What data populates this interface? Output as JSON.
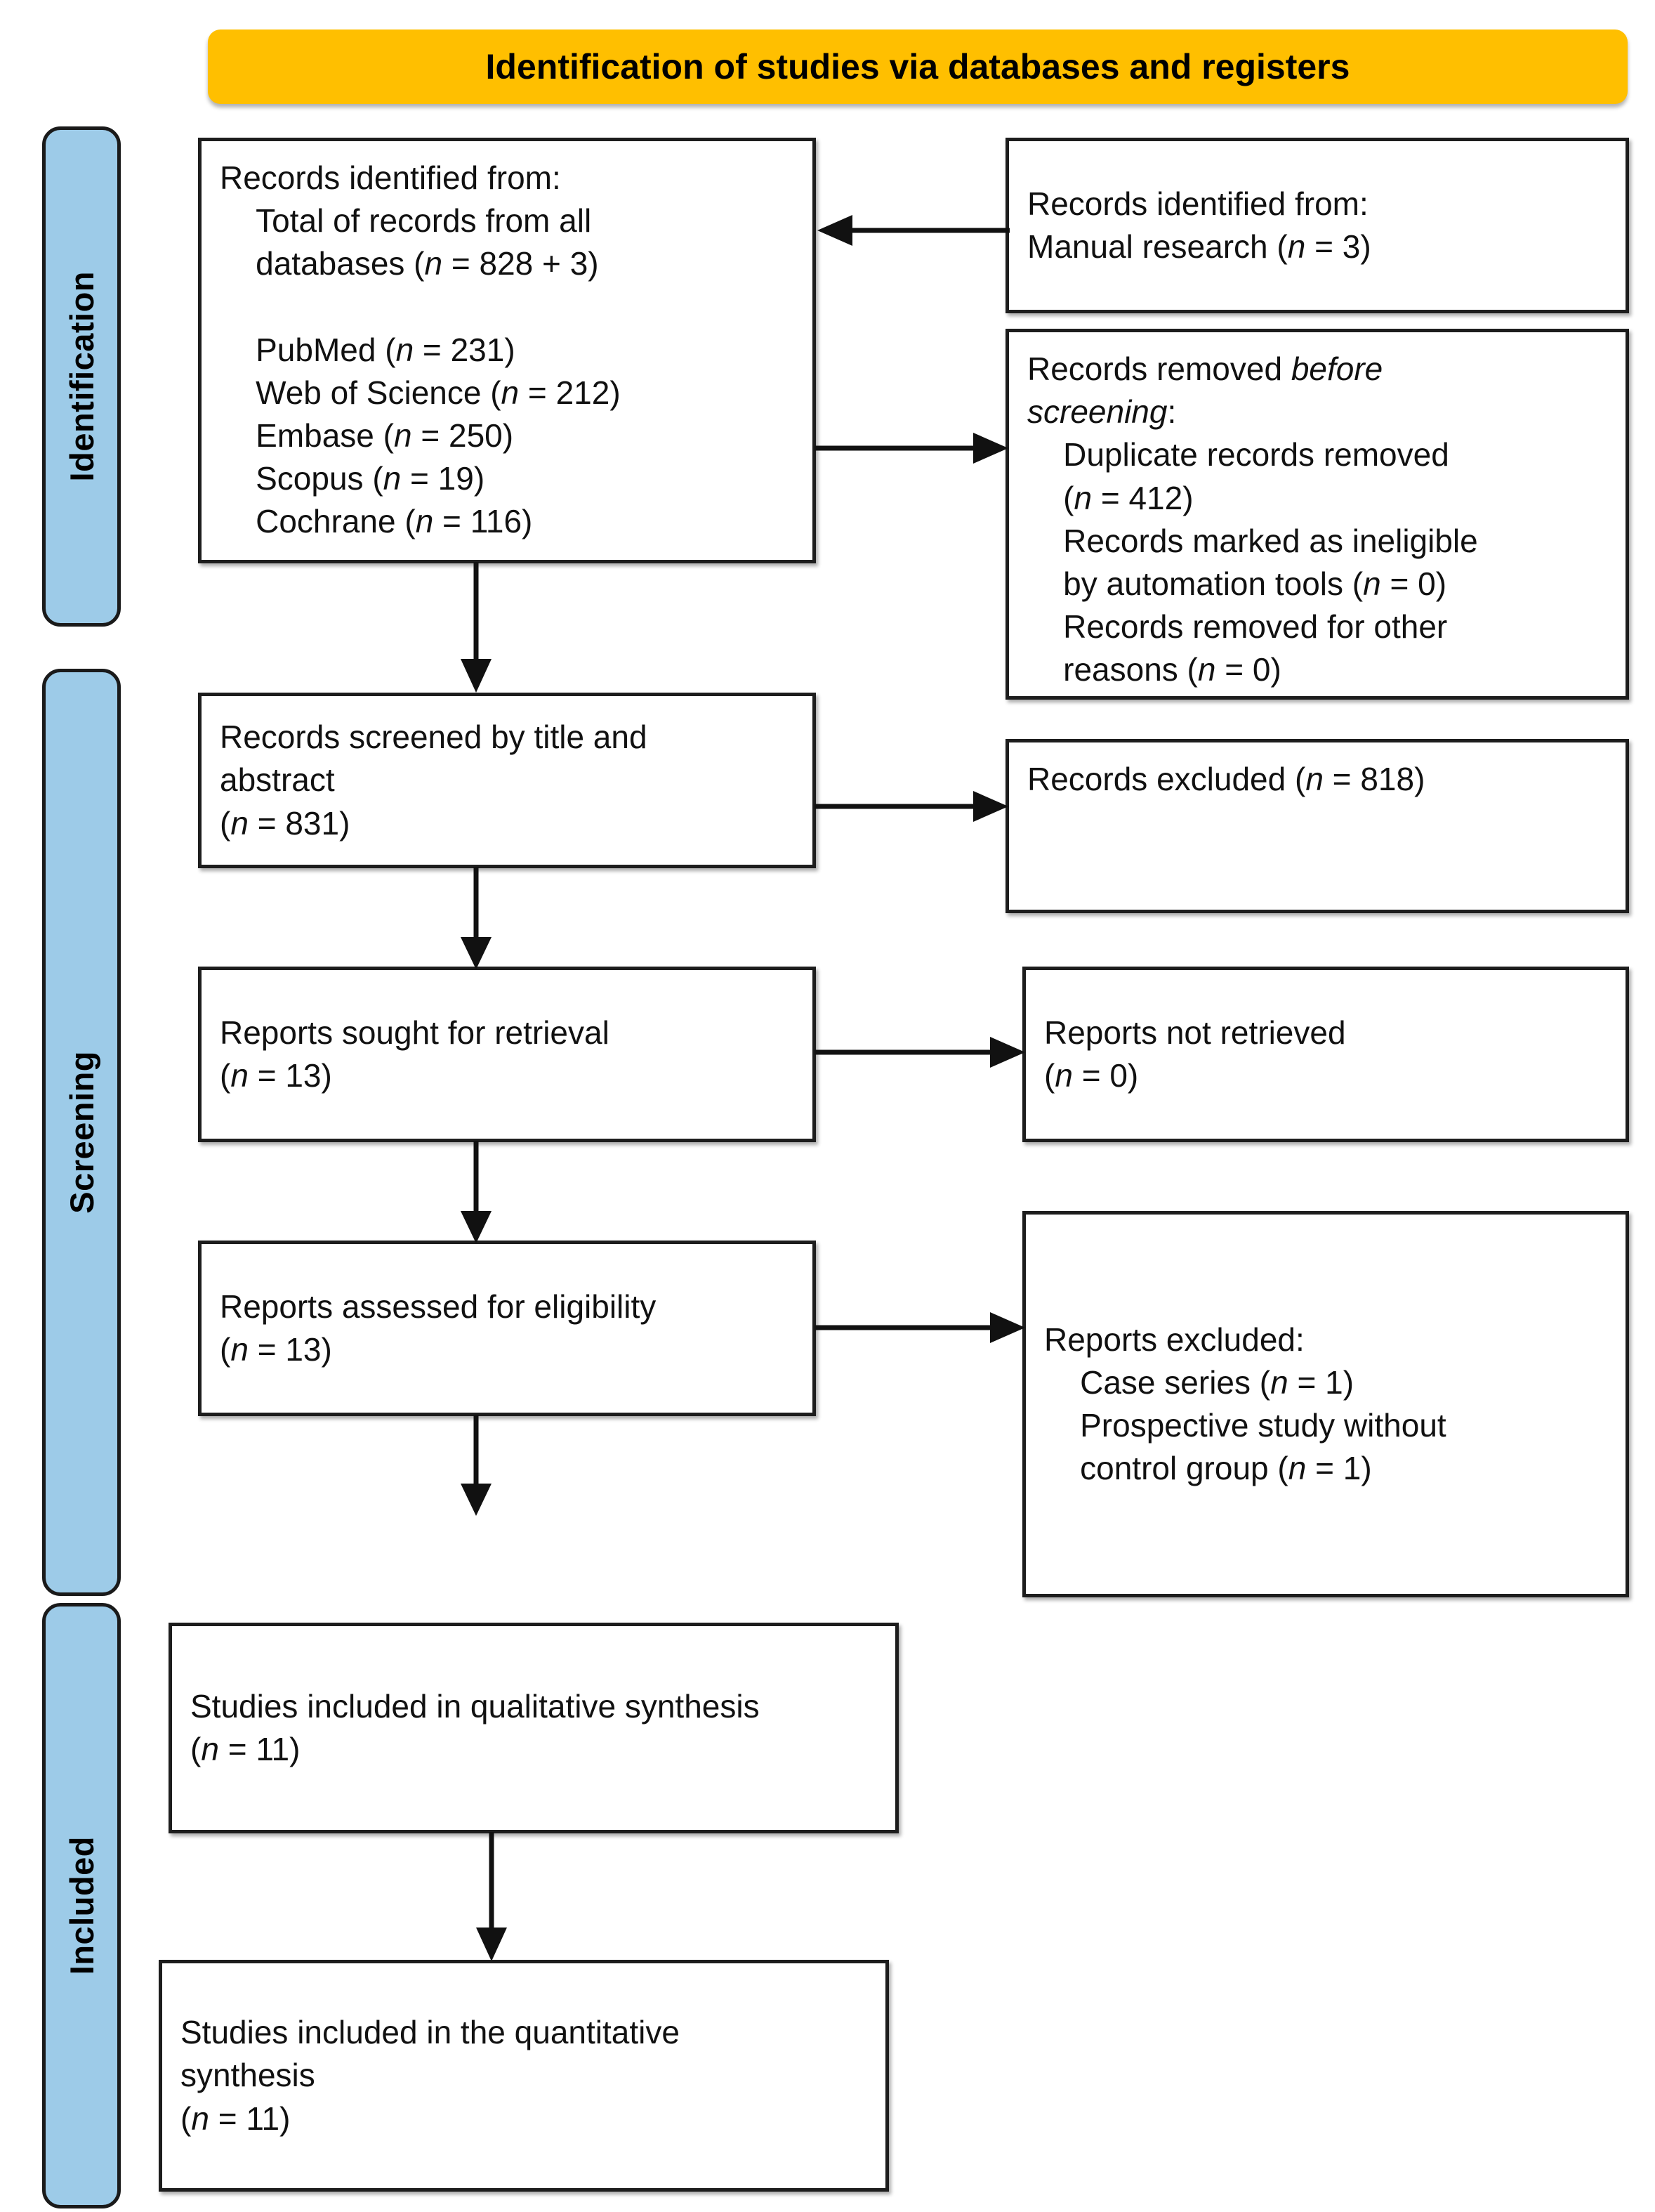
{
  "header": {
    "title": "Identification of studies via databases and registers",
    "banner_color": "#FFBF00"
  },
  "stages": {
    "identification": "Identification",
    "screening": "Screening",
    "included": "Included",
    "band_color": "#9DCBE8"
  },
  "boxes": {
    "identified_databases": "Records identified from:\n    Total of records from all\n    databases (n = 828 + 3)\n\n    PubMed (n = 231)\n    Web of Science (n = 212)\n    Embase (n = 250)\n    Scopus (n = 19)\n    Cochrane (n = 116)",
    "identified_manual": "Records identified from:\nManual research (n = 3)",
    "removed_before_screening": "Records removed before\nscreening:\n    Duplicate records removed\n    (n = 412)\n    Records marked as ineligible\n    by automation tools (n = 0)\n    Records removed for other\n    reasons (n = 0)",
    "records_screened": "Records screened by title and\nabstract\n(n = 831)",
    "records_excluded": "Records excluded (n = 818)",
    "reports_sought": "Reports sought for retrieval\n(n = 13)",
    "reports_not_retrieved": "Reports not retrieved\n(n = 0)",
    "reports_assessed": "Reports assessed for eligibility\n(n = 13)",
    "reports_excluded": "Reports excluded:\n    Case series (n = 1)\n    Prospective study without\n    control group (n = 1)",
    "studies_qualitative": "Studies included in qualitative synthesis\n(n = 11)",
    "studies_quantitative": "Studies included in the quantitative\nsynthesis\n(n = 11)"
  },
  "counts": {
    "total_databases": "828 + 3",
    "pubmed": 231,
    "web_of_science": 212,
    "embase": 250,
    "scopus": 19,
    "cochrane": 116,
    "manual_research": 3,
    "duplicates_removed": 412,
    "marked_ineligible_automation": 0,
    "removed_other_reasons": 0,
    "records_screened": 831,
    "records_excluded": 818,
    "reports_sought": 13,
    "reports_not_retrieved": 0,
    "reports_assessed": 13,
    "excluded_case_series": 1,
    "excluded_prospective_no_control": 1,
    "studies_qualitative": 11,
    "studies_quantitative": 11
  }
}
